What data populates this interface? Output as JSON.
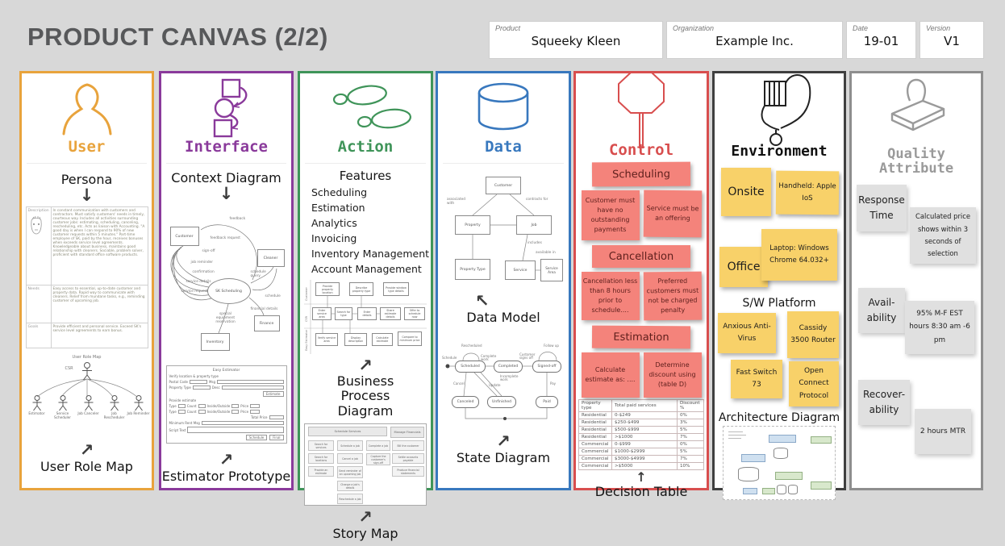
{
  "title": "PRODUCT CANVAS (2/2)",
  "icons": {
    "down_arrow": "↓",
    "up_arrow": "↑",
    "up_right_arrow": "↗",
    "up_left_arrow": "↖"
  },
  "header": {
    "product_label": "Product",
    "product_value": "Squeeky Kleen",
    "organization_label": "Organization",
    "organization_value": "Example Inc.",
    "date_label": "Date",
    "date_value": "19-01",
    "version_label": "Version",
    "version_value": "V1"
  },
  "columns": {
    "user": {
      "label": "User",
      "color": "#E8A33C",
      "persona_heading": "Persona",
      "persona": {
        "rows": [
          {
            "label": "Description",
            "text": "In constant communication with customers and contractors. Must satisfy customers' needs in timely, courteous way. Includes all activities surrounding customer jobs: estimating, scheduling, canceling, rescheduling, etc. Acts as liaison with Accounting. \"A good day is when I can respond to 90% of new customer requests within 5 minutes.\" Part-time employee of SK, paid by the hour, receives bonuses when exceeds service level agreements. Knowledgeable about business, maintains good relationship with cleaners. Sociable, problem solver, proficient with standard office software products."
          },
          {
            "label": "Needs",
            "text": "Easy access to essential, up-to-date customer and property data. Rapid way to communicate with cleaners. Relief from mundane tasks, e.g., reminding customer of upcoming job."
          },
          {
            "label": "Goals",
            "text": "Provide efficient and personal service. Exceed SK's service level agreements to earn bonus."
          }
        ]
      },
      "role_map": {
        "title": "User Role Map",
        "root": "CSR",
        "roles": [
          "Estimator",
          "Service Scheduler",
          "Job Canceler",
          "Job Rescheduler",
          "Job Reminder"
        ]
      },
      "caption": "User Role Map"
    },
    "interface": {
      "label": "Interface",
      "color": "#8A3A9B",
      "heading": "Context Diagram",
      "context": {
        "nodes": {
          "customer": "Customer",
          "cleaner": "Cleaner",
          "center": "SK Scheduling",
          "inventory": "Inventory",
          "finance": "Finance"
        },
        "edges": [
          "feedback",
          "feedback request",
          "sign-off",
          "job reminder",
          "confirmation",
          "service details",
          "service request",
          "schedule query",
          "schedule",
          "financial details",
          "special equipment reservation"
        ]
      },
      "prototype": {
        "title": "Easy Estimator",
        "section1": "Verify location & property type",
        "fields1": [
          "Postal Code",
          "Msg",
          "Property Type",
          "Desc"
        ],
        "estimate_button": "Estimate",
        "section2": "Provide estimate",
        "row_fields": [
          "Type",
          "Count",
          "Inside/Outside",
          "Price"
        ],
        "total": "Total Price",
        "min_msg": "Minimum Rent Msg",
        "script": "Script Text",
        "buttons": [
          "Schedule",
          "Final"
        ]
      },
      "caption": "Estimator Prototype"
    },
    "action": {
      "label": "Action",
      "color": "#3F9459",
      "features_heading": "Features",
      "features": [
        "Scheduling",
        "Estimation",
        "Analytics",
        "Invoicing",
        "Inventory Management",
        "Account Management"
      ],
      "bpd": {
        "lanes": [
          "Customer",
          "CSR",
          "Easy Estimator"
        ],
        "lane1": [
          "Provide property location",
          "Describe property type",
          "Provide window type details"
        ],
        "lane2": [
          "Enter service area",
          "Search for type",
          "Enter details",
          "Share estimate details",
          "Offer to schedule now"
        ],
        "lane3": [
          "Verify service area",
          "Display description",
          "Calculate estimate",
          "Compare to minimum price"
        ]
      },
      "bpd_caption": "Business Process Diagram",
      "story": {
        "headers": [
          "Schedule Services",
          "Manage Financials"
        ],
        "col1": [
          "Search for services",
          "Search for locations",
          "Provide an estimate"
        ],
        "col2": [
          "Schedule a job",
          "Cancel a job",
          "Send reminder of an upcoming job",
          "Change a job's details",
          "Reschedule a job"
        ],
        "col3": [
          "Complete a job",
          "Capture the customer's sign-off"
        ],
        "col4": [
          "Bill the customer",
          "Settle accounts payable",
          "Produce financial statements"
        ]
      },
      "story_caption": "Story Map"
    },
    "data": {
      "label": "Data",
      "color": "#3878BE",
      "model": {
        "entities": [
          "Customer",
          "Property",
          "Job",
          "Property Type",
          "Service",
          "Service Area"
        ],
        "relations": [
          "associated with",
          "contracts for",
          "includes",
          "available in"
        ]
      },
      "model_caption": "Data Model",
      "state": {
        "states": [
          "Scheduled",
          "Completed",
          "Signed-off",
          "Canceled",
          "Unfinished",
          "Paid"
        ],
        "transitions": [
          "Schedule",
          "Rescheduled",
          "Complete work",
          "Customer signs off",
          "Follow up",
          "Cancel",
          "Update",
          "Incomplete work",
          "Pay"
        ]
      },
      "state_caption": "State Diagram"
    },
    "control": {
      "label": "Control",
      "color": "#D84E4E",
      "note_color": "#F4837B",
      "groups": [
        {
          "title": "Scheduling",
          "notes": [
            "Customer must have no outstanding payments",
            "Service must be an offering"
          ]
        },
        {
          "title": "Cancellation",
          "notes": [
            "Cancellation less than 8 hours prior to schedule....",
            "Preferred customers must not be charged penalty"
          ]
        },
        {
          "title": "Estimation",
          "notes": [
            "Calculate estimate as: ....",
            "Determine discount using (table D)"
          ]
        }
      ],
      "decision_table": {
        "headers": [
          "Property type",
          "Total paid services",
          "Discount %"
        ],
        "rows": [
          [
            "Residential",
            "0-$249",
            "0%"
          ],
          [
            "Residential",
            "$250-$499",
            "3%"
          ],
          [
            "Residential",
            "$500-$999",
            "5%"
          ],
          [
            "Residential",
            ">$1000",
            "7%"
          ],
          [
            "Commercial",
            "0-$999",
            "0%"
          ],
          [
            "Commercial",
            "$1000-$2999",
            "5%"
          ],
          [
            "Commercial",
            "$3000-$4999",
            "7%"
          ],
          [
            "Commercial",
            ">$5000",
            "10%"
          ]
        ]
      },
      "decision_caption": "Decision Table"
    },
    "environment": {
      "label": "Environment",
      "color": "#3F3F3F",
      "note_color": "#F8D169",
      "places": [
        {
          "big": "Onsite",
          "small": "Handheld: Apple IoS"
        },
        {
          "big": "Office",
          "small": "Laptop: Windows Chrome 64.032+"
        }
      ],
      "sw_heading": "S/W Platform",
      "sw_notes": [
        "Anxious Anti-Virus",
        "Cassidy 3500 Router",
        "Fast Switch 73",
        "Open Connect Protocol"
      ],
      "arch_heading": "Architecture Diagram"
    },
    "quality": {
      "label_line1": "Quality",
      "label_line2": "Attribute",
      "color": "#8E8E8E",
      "note_color": "#E0E0E0",
      "pairs": [
        {
          "title": "Response Time",
          "detail": "Calculated price shows within 3 seconds of selection"
        },
        {
          "title": "Avail-ability",
          "detail": "95% M-F EST hours 8:30 am -6 pm"
        },
        {
          "title": "Recover-ability",
          "detail": "2 hours MTR"
        }
      ]
    }
  }
}
